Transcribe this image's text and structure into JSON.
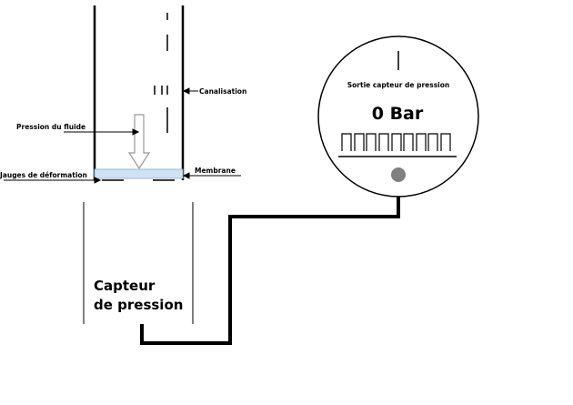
{
  "labels": {
    "canalisation": "Canalisation",
    "pression_fluide": "Pression du fluide",
    "jauges": "Jauges de déformation",
    "membrane": "Membrane",
    "capteur_line1": "Capteur",
    "capteur_line2": "de pression"
  },
  "gauge": {
    "title": "Sortie capteur de pression",
    "reading": "0 Bar"
  },
  "colors": {
    "membrane_fill": "#cfe2f3",
    "knob": "#808080",
    "line": "#000000"
  }
}
